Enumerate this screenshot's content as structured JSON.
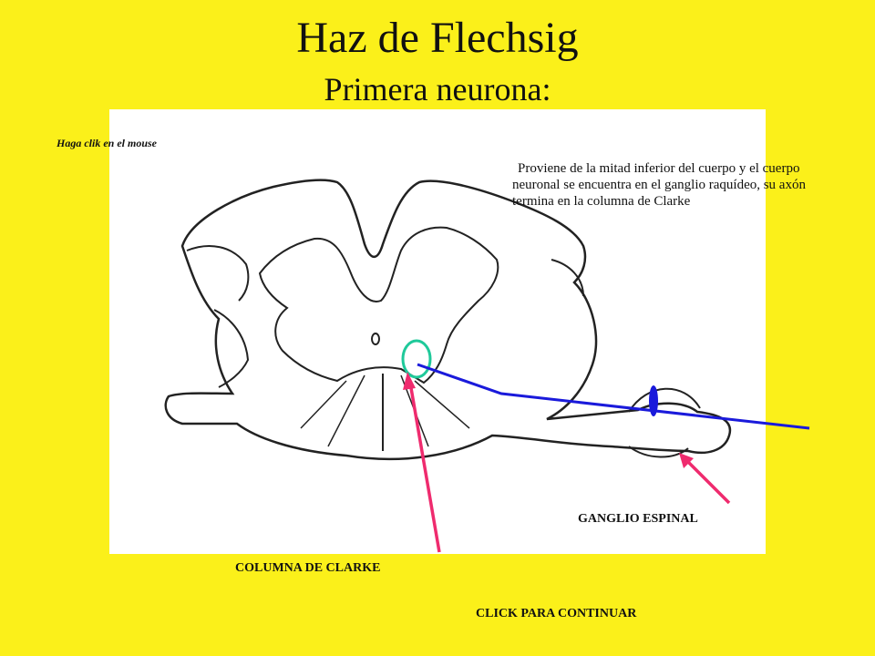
{
  "header": {
    "title": "Haz de Flechsig",
    "subtitle": "Primera neurona:"
  },
  "hint": "Haga clik en el mouse",
  "description": "Proviene de la mitad inferior del cuerpo y el cuerpo neuronal se encuentra en el ganglio raquídeo, su axón termina en la columna de Clarke",
  "labels": {
    "ganglio": "GANGLIO ESPINAL",
    "clarke": "COLUMNA DE CLARKE"
  },
  "navigation": {
    "continue_label": "CLICK  PARA CONTINUAR"
  },
  "colors": {
    "background": "#fbf01a",
    "neuron": "#1a1adb",
    "arrows": "#ef2b6e",
    "marker": "#1fc99a",
    "outline": "#222222"
  }
}
